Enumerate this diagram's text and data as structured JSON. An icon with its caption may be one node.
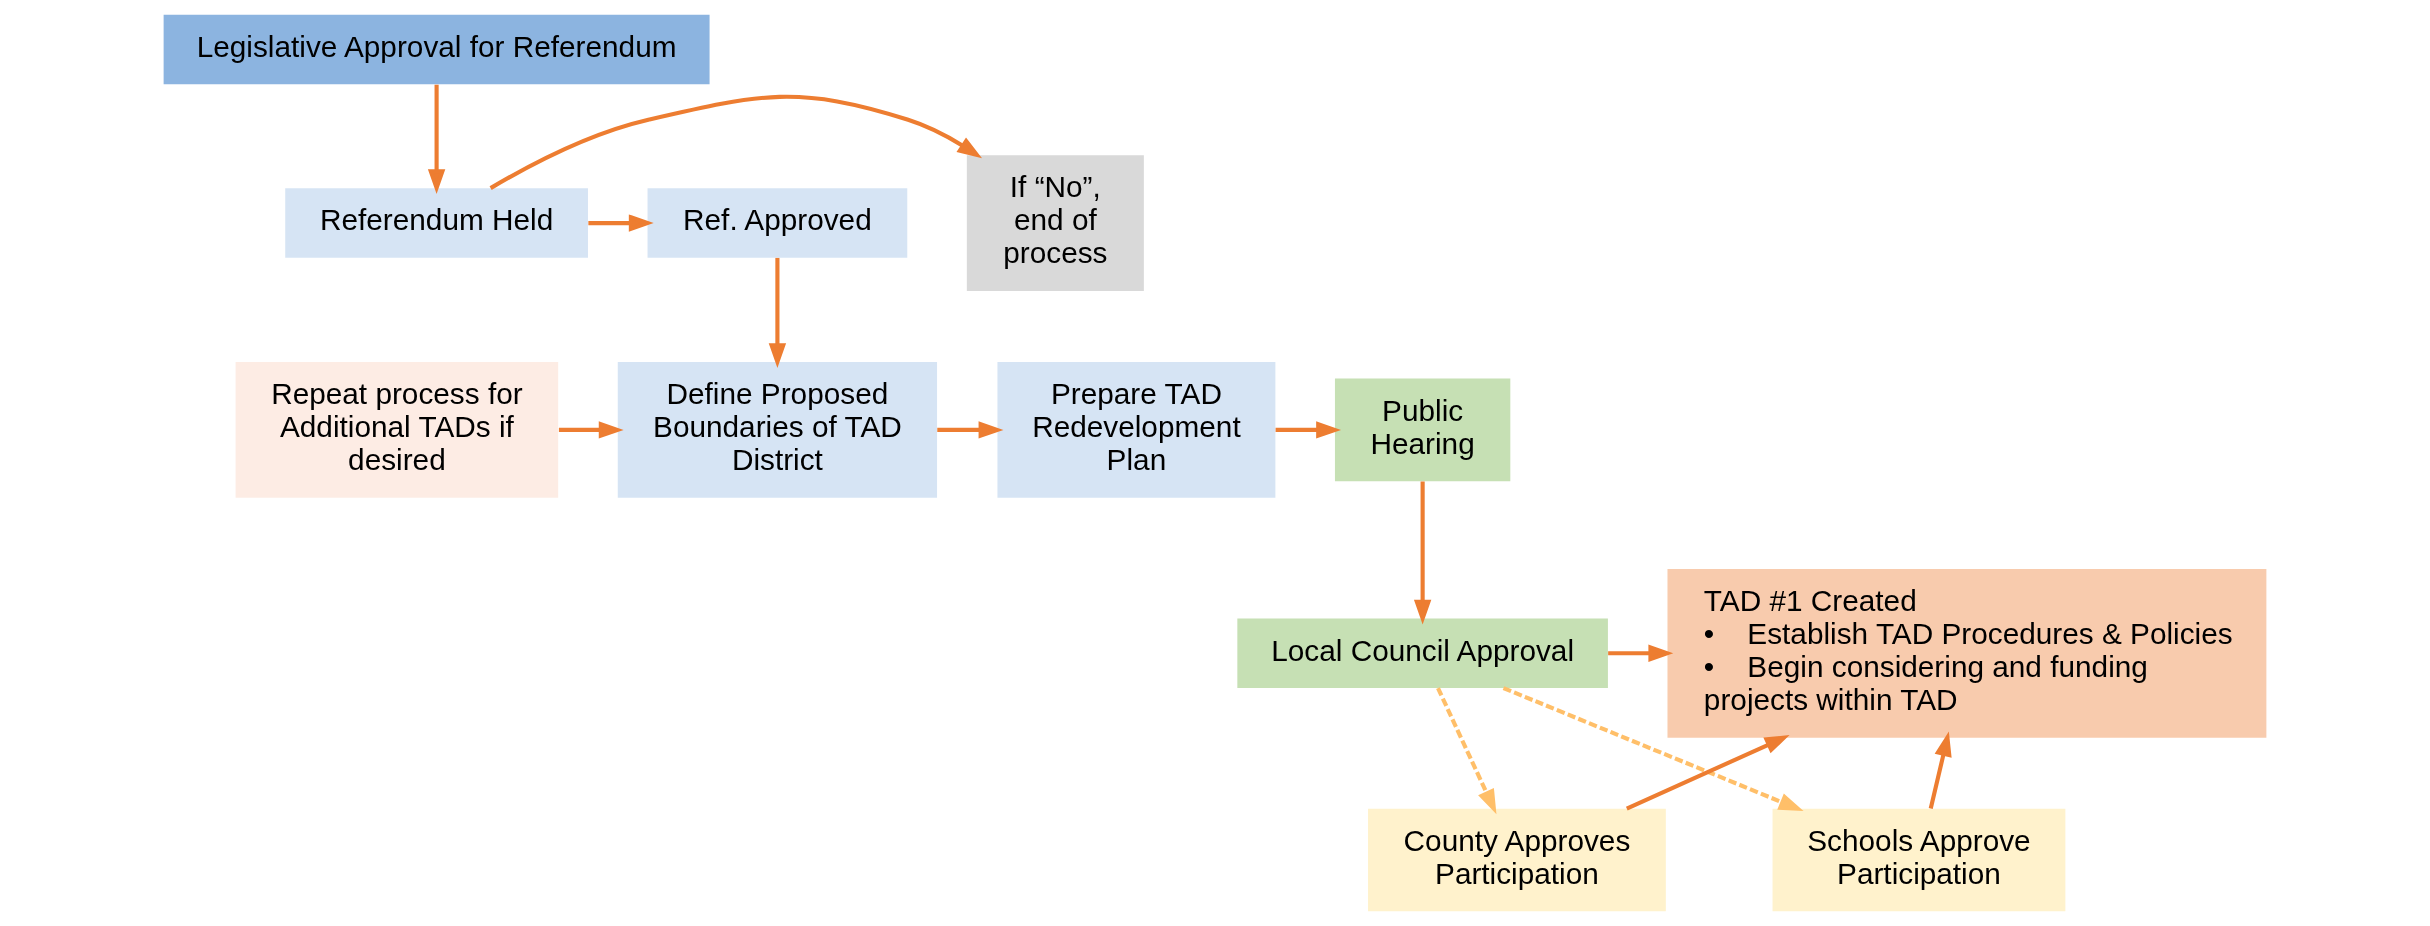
{
  "diagram": {
    "nodes": [
      {
        "text": [
          "Legislative Approval for Referendum"
        ]
      },
      {
        "text": [
          "If “No”, end of process"
        ]
      },
      {
        "text": [
          "Referendum Held"
        ]
      },
      {
        "text": [
          "Ref. Approved"
        ]
      },
      {
        "text": [
          "Repeat process for Additional TADs if desired"
        ]
      },
      {
        "text": [
          "Define Proposed Boundaries of TAD District"
        ]
      },
      {
        "text": [
          "Prepare TAD Redevelopment Plan"
        ]
      },
      {
        "text": [
          "Public Hearing"
        ]
      },
      {
        "text": [
          "TAD #1 Created",
          "•    Establish TAD Procedures & Policies",
          "•    Begin considering and funding projects within TAD"
        ]
      },
      {
        "text": [
          "Local Council Approval"
        ]
      },
      {
        "text": [
          "County Approves Participation"
        ]
      },
      {
        "text": [
          "Schools Approve Participation"
        ]
      }
    ],
    "edges": [
      {
        "from": 0,
        "to": 2,
        "arrow": "to"
      },
      {
        "from": 2,
        "to": 1,
        "arrow": "to"
      },
      {
        "from": 2,
        "to": 3,
        "arrow": "to"
      },
      {
        "from": 3,
        "to": 5,
        "arrow": "to"
      },
      {
        "from": 4,
        "to": 5,
        "arrow": "to"
      },
      {
        "from": 5,
        "to": 6,
        "arrow": "to"
      },
      {
        "from": 6,
        "to": 7,
        "arrow": "to"
      },
      {
        "from": 7,
        "to": 9,
        "arrow": "to"
      },
      {
        "from": 9,
        "to": 8,
        "arrow": "to"
      },
      {
        "from": 10,
        "to": 8,
        "arrow": "to"
      },
      {
        "from": 11,
        "to": 8,
        "arrow": "to"
      },
      {
        "from": 9,
        "to": 10,
        "arrow": "to",
        "style": "dashed",
        "color": "#ffbf69"
      },
      {
        "from": 9,
        "to": 11,
        "arrow": "to",
        "style": "dashed",
        "color": "#ffbf69"
      }
    ]
  }
}
